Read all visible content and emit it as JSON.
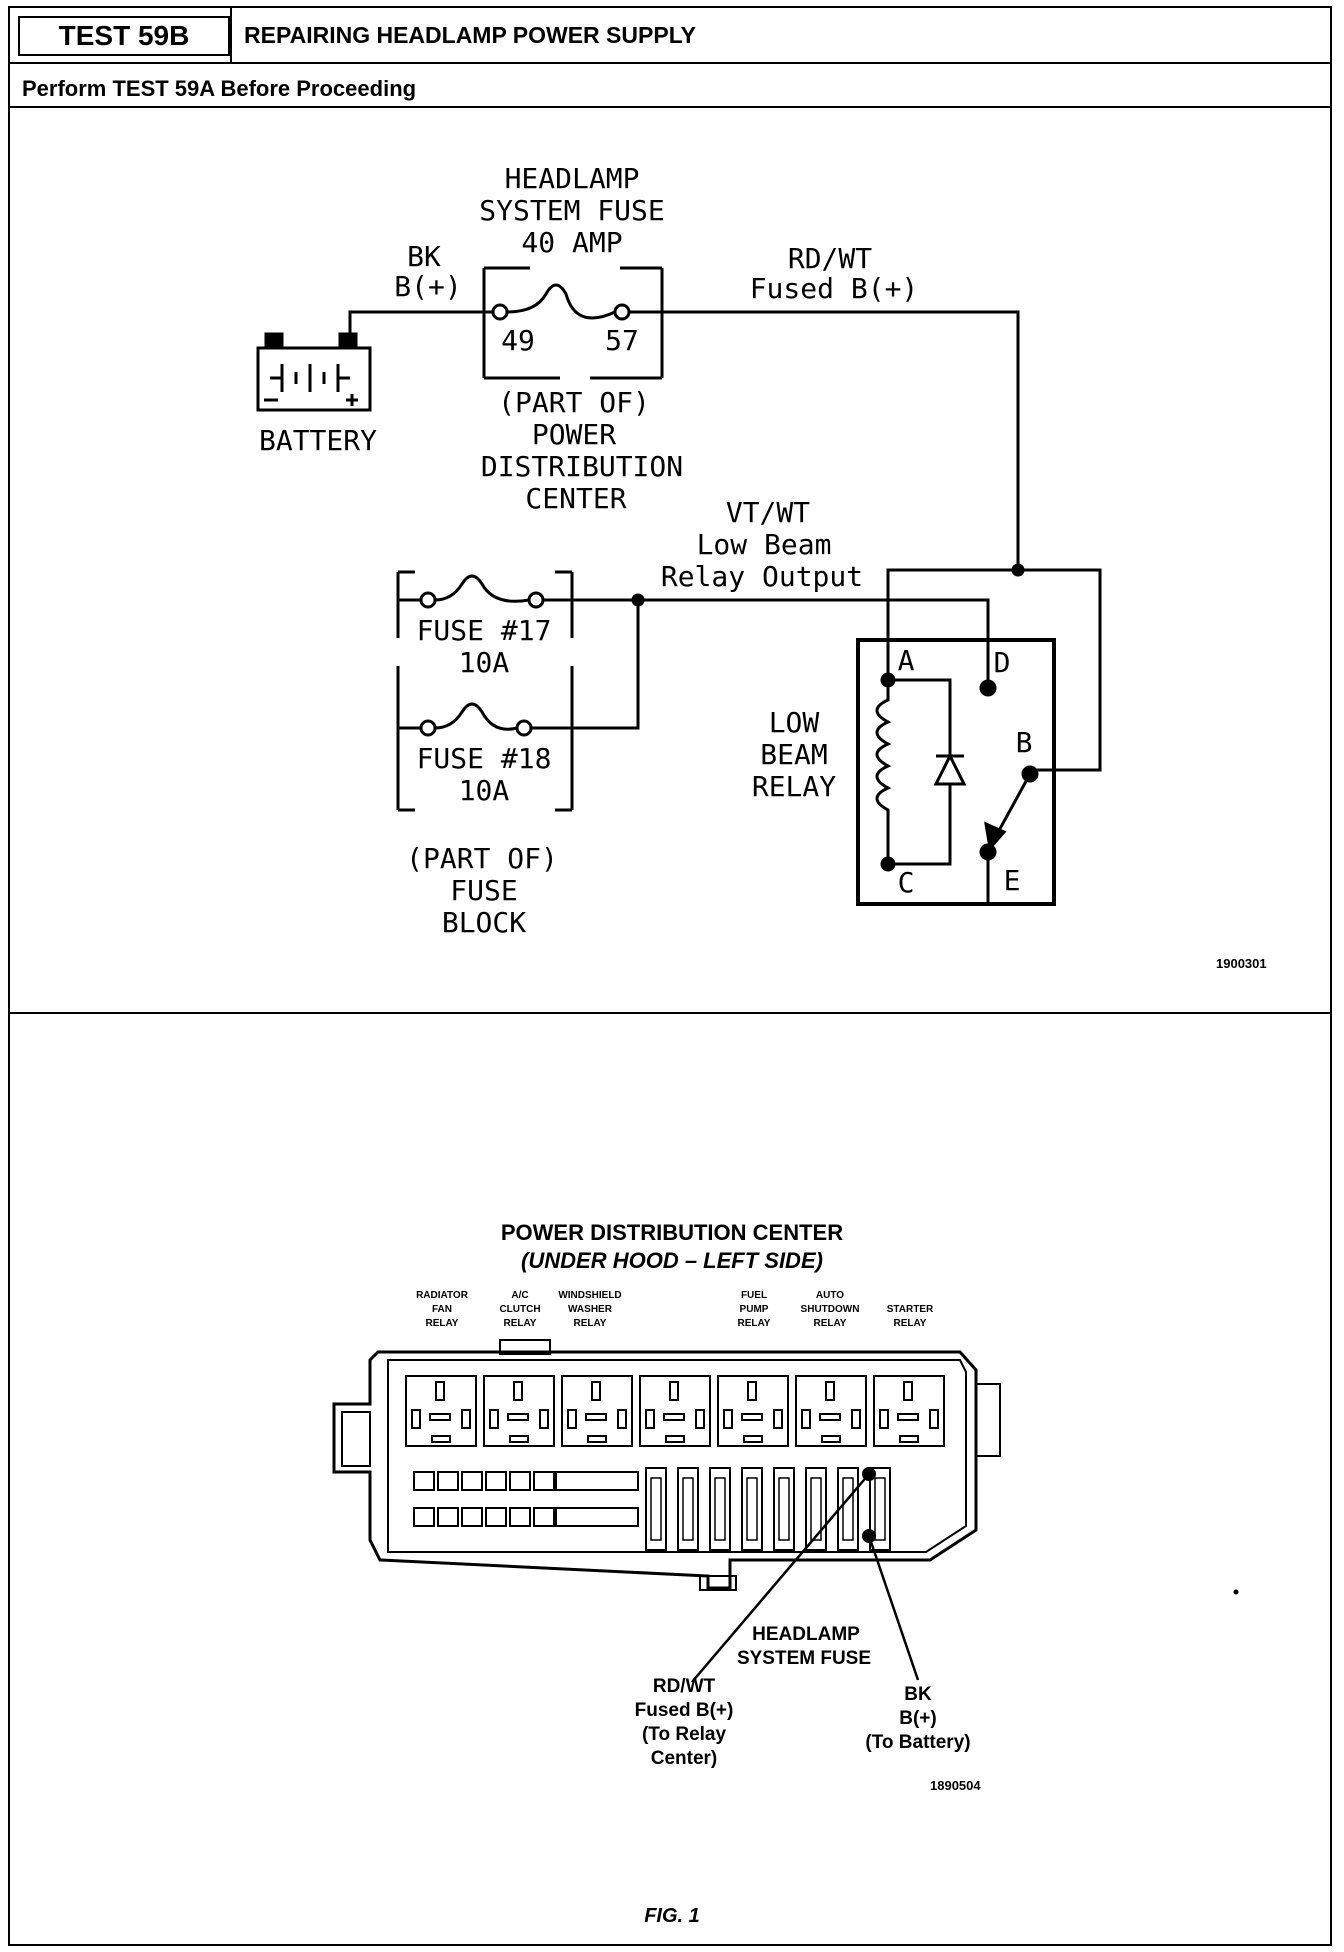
{
  "header": {
    "test_id": "TEST 59B",
    "title": "REPAIRING HEADLAMP POWER SUPPLY",
    "prereq": "Perform TEST 59A Before Proceeding"
  },
  "schematic": {
    "fuse_title_1": "HEADLAMP",
    "fuse_title_2": "SYSTEM FUSE",
    "fuse_title_3": "40 AMP",
    "wire_bk_1": "BK",
    "wire_bk_2": "B(+)",
    "wire_rdwt_1": "RD/WT",
    "wire_rdwt_2": "Fused B(+)",
    "terminal_49": "49",
    "terminal_57": "57",
    "battery_label": "BATTERY",
    "pdc_1": "(PART OF)",
    "pdc_2": "POWER",
    "pdc_3": "DISTRIBUTION",
    "pdc_4": "CENTER",
    "vtwt_1": "VT/WT",
    "vtwt_2": "Low Beam",
    "vtwt_3": "Relay Output",
    "fuse17_1": "FUSE #17",
    "fuse17_2": "10A",
    "fuse18_1": "FUSE #18",
    "fuse18_2": "10A",
    "fuseblock_1": "(PART OF)",
    "fuseblock_2": "FUSE",
    "fuseblock_3": "BLOCK",
    "relay_1": "LOW",
    "relay_2": "BEAM",
    "relay_3": "RELAY",
    "pin_a": "A",
    "pin_b": "B",
    "pin_c": "C",
    "pin_d": "D",
    "pin_e": "E",
    "fig_code": "1900301"
  },
  "pdc_view": {
    "title": "POWER DISTRIBUTION CENTER",
    "subtitle": "(UNDER HOOD – LEFT SIDE)",
    "relays": {
      "radiator_1": "RADIATOR",
      "radiator_2": "FAN",
      "radiator_3": "RELAY",
      "ac_1": "A/C",
      "ac_2": "CLUTCH",
      "ac_3": "RELAY",
      "washer_1": "WINDSHIELD",
      "washer_2": "WASHER",
      "washer_3": "RELAY",
      "fuel_1": "FUEL",
      "fuel_2": "PUMP",
      "fuel_3": "RELAY",
      "asd_1": "AUTO",
      "asd_2": "SHUTDOWN",
      "asd_3": "RELAY",
      "starter_1": "STARTER",
      "starter_2": "RELAY"
    },
    "callout_fuse_1": "HEADLAMP",
    "callout_fuse_2": "SYSTEM FUSE",
    "callout_rdwt_1": "RD/WT",
    "callout_rdwt_2": "Fused B(+)",
    "callout_rdwt_3": "(To Relay",
    "callout_rdwt_4": "Center)",
    "callout_bk_1": "BK",
    "callout_bk_2": "B(+)",
    "callout_bk_3": "(To Battery)",
    "fig_code": "1890504"
  },
  "figure_caption": "FIG. 1"
}
